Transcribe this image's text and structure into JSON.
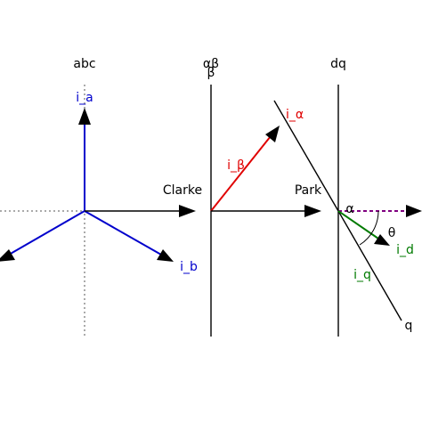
{
  "sections": {
    "abc": "abc",
    "alphabeta": "αβ",
    "dq": "dq"
  },
  "transforms": {
    "clarke": "Clarke",
    "park": "Park"
  },
  "vectors": {
    "i_a": "i_a",
    "i_b": "i_b",
    "i_alpha": "i_α",
    "i_beta": "i_β",
    "i_d": "i_d",
    "i_q": "i_q"
  },
  "axes": {
    "beta": "β",
    "q": "q"
  },
  "angles": {
    "alpha": "α",
    "theta": "θ"
  },
  "colors": {
    "abc_vectors": "#0000cc",
    "alphabeta_vector": "#e00000",
    "dq_vector": "#007a00",
    "dashed_d_axis": "#800080",
    "axes": "#000000",
    "dotted_axes": "#555555"
  }
}
